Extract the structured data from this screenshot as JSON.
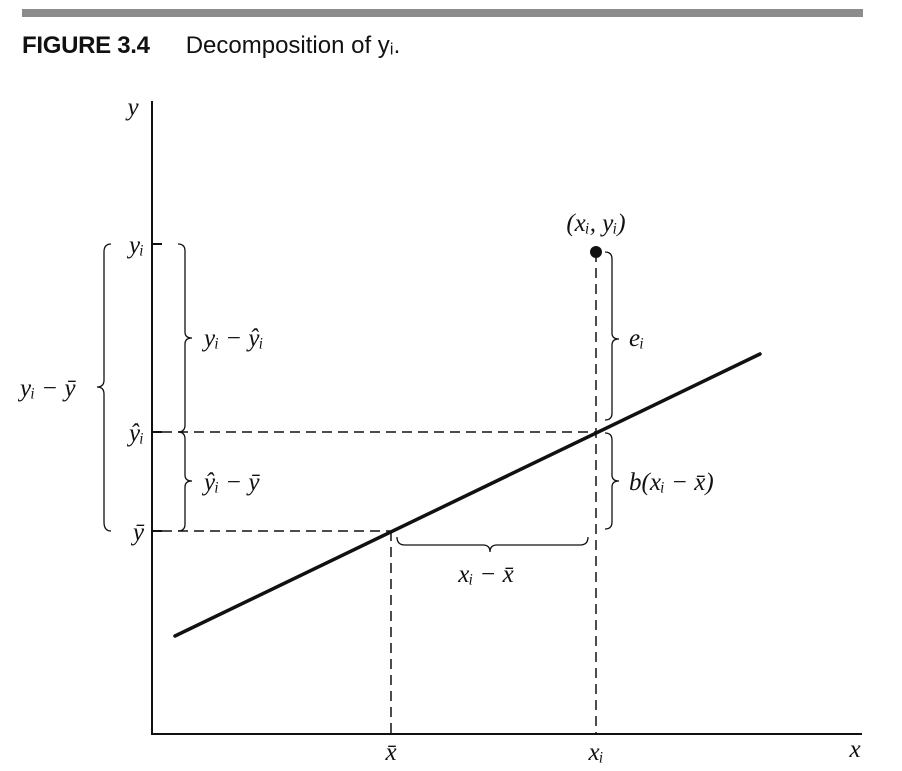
{
  "caption": {
    "figure_label": "FIGURE 3.4",
    "title": "Decomposition of yᵢ."
  },
  "colors": {
    "ink": "#111111",
    "rule": "#8c8c8c"
  },
  "axes": {
    "y_axis_label": "y",
    "x_axis_label": "x",
    "y_ticks": [
      "yᵢ",
      "ŷᵢ",
      "ȳ"
    ],
    "x_ticks": [
      "x̄",
      "xᵢ"
    ]
  },
  "point_label": "(xᵢ, yᵢ)",
  "braces": {
    "total": "yᵢ − ȳ",
    "residual_left": "yᵢ − ŷᵢ",
    "explained_left": "ŷᵢ − ȳ",
    "residual_right": "eᵢ",
    "explained_right": "b(xᵢ − x̄)",
    "x_deviation": "xᵢ − x̄"
  }
}
